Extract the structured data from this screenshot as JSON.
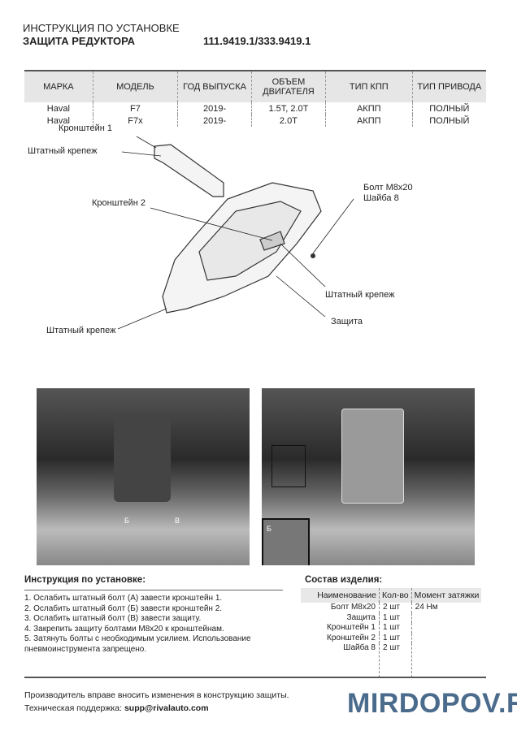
{
  "header": {
    "title": "ИНСТРУКЦИЯ ПО УСТАНОВКЕ",
    "product": "ЗАЩИТА РЕДУКТОРА",
    "code": "111.9419.1/333.9419.1"
  },
  "spec_table": {
    "columns": [
      "МАРКА",
      "МОДЕЛЬ",
      "ГОД ВЫПУСКА",
      "ОБЪЕМ ДВИГАТЕЛЯ",
      "ТИП КПП",
      "ТИП ПРИВОДА"
    ],
    "rows": [
      [
        "Haval",
        "F7",
        "2019-",
        "1.5T, 2.0T",
        "АКПП",
        "ПОЛНЫЙ"
      ],
      [
        "Haval",
        "F7x",
        "2019-",
        "2.0T",
        "АКПП",
        "ПОЛНЫЙ"
      ]
    ]
  },
  "diagram": {
    "labels": {
      "bracket1": "Кронштейн 1",
      "std_fastener1": "Штатный крепеж",
      "bracket2": "Кронштейн 2",
      "bolt": "Болт М8х20",
      "washer": "Шайба 8",
      "std_fastener2": "Штатный крепеж",
      "guard": "Защита",
      "std_fastener3": "Штатный крепеж"
    }
  },
  "photos": {
    "label_b": "Б",
    "label_v": "В",
    "label_b2": "Б"
  },
  "instructions": {
    "heading": "Инструкция по установке:",
    "steps": [
      "1. Ослабить штатный болт (А) завести кронштейн 1.",
      "2. Ослабить штатный болт (Б) завести кронштейн 2.",
      "3. Ослабить штатный болт (В) завести защиту.",
      "4. Закрепить защиту болтами М8х20 к кронштейнам.",
      "5. Затянуть болты с необходимым усилием. Использование пневмоинструмента запрещено."
    ]
  },
  "composition": {
    "heading": "Состав изделия:",
    "columns": [
      "Наименование",
      "Кол-во",
      "Момент затяжки"
    ],
    "rows": [
      [
        "Болт М8х20",
        "2 шт",
        "24 Нм"
      ],
      [
        "Защита",
        "1 шт",
        ""
      ],
      [
        "Кронштейн 1",
        "1 шт",
        ""
      ],
      [
        "Кронштейн 2",
        "1 шт",
        ""
      ],
      [
        "Шайба 8",
        "2 шт",
        ""
      ]
    ]
  },
  "footer": {
    "note": "Производитель вправе вносить изменения в конструкцию защиты.",
    "support_label": "Техническая поддержка: ",
    "support_email": "supp@rivalauto.com",
    "watermark": "MIRDOPOV.RU"
  }
}
